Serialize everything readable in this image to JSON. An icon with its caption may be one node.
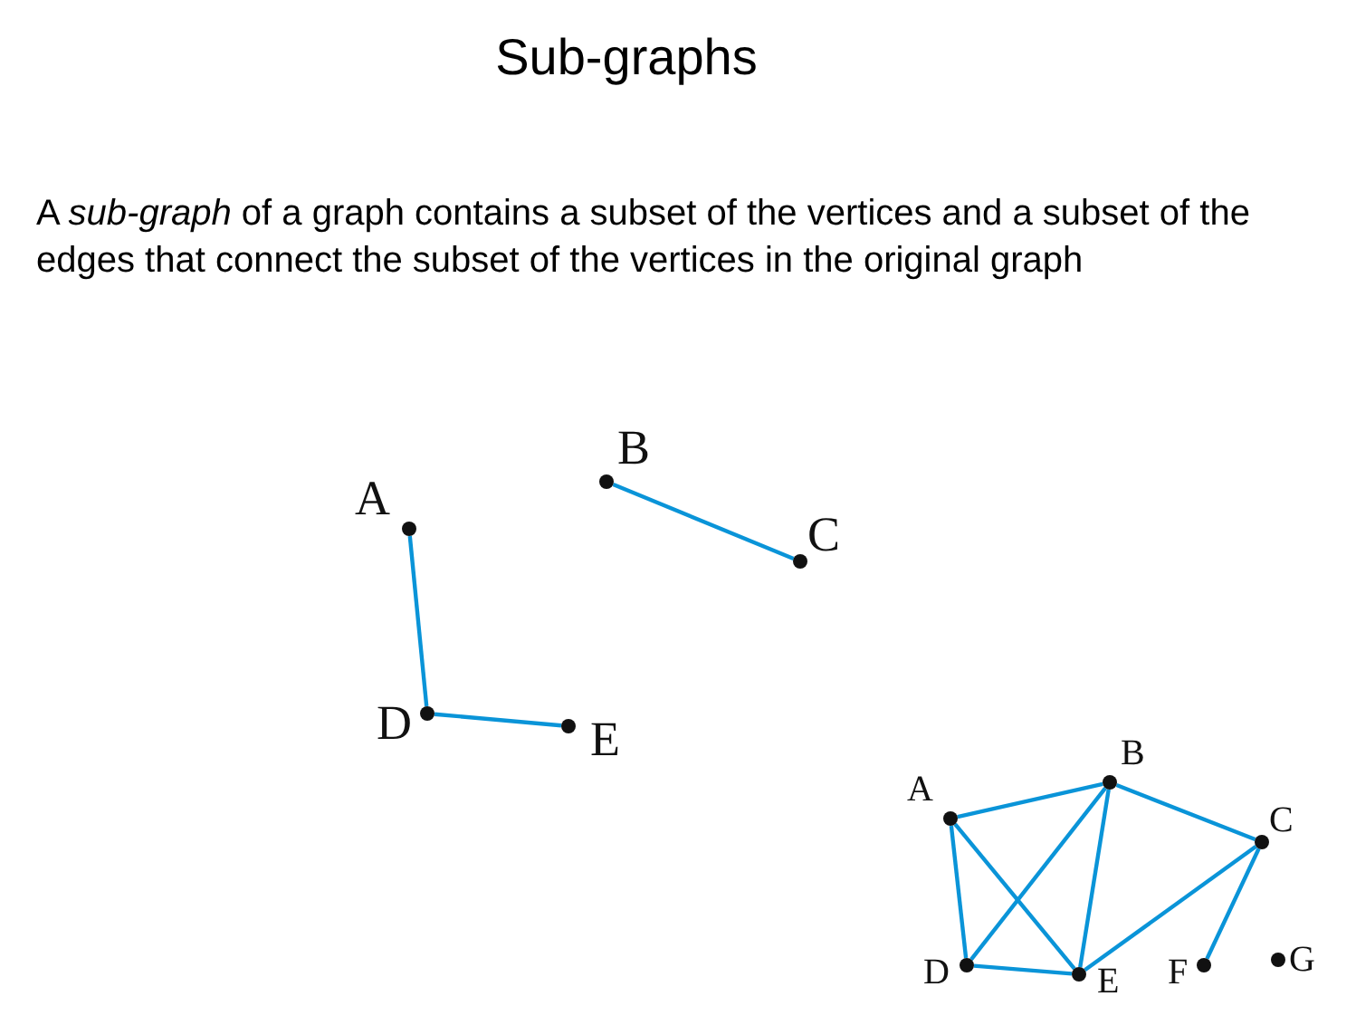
{
  "diagram": {
    "title": "Sub-graphs",
    "nodes": [
      {
        "text": [],
        "shape": "circle",
        "beside": [
          "A"
        ]
      },
      {
        "text": [],
        "shape": "circle",
        "beside": [
          "B"
        ]
      },
      {
        "text": [],
        "shape": "circle",
        "beside": [
          "C"
        ]
      },
      {
        "text": [],
        "shape": "circle",
        "beside": [
          "D"
        ]
      },
      {
        "text": [],
        "shape": "circle",
        "beside": [
          "E"
        ]
      },
      {
        "text": [],
        "shape": "circle",
        "beside": [
          "A"
        ]
      },
      {
        "text": [],
        "shape": "circle",
        "beside": [
          "B"
        ]
      },
      {
        "text": [],
        "shape": "circle",
        "beside": [
          "C"
        ]
      },
      {
        "text": [],
        "shape": "circle",
        "beside": [
          "D"
        ]
      },
      {
        "text": [],
        "shape": "circle",
        "beside": [
          "E"
        ]
      },
      {
        "text": [],
        "shape": "circle",
        "beside": [
          "F"
        ]
      },
      {
        "text": [],
        "shape": "circle",
        "beside": [
          "G"
        ]
      }
    ],
    "edges": [
      {
        "from": 0,
        "to": 3,
        "arrow": "none"
      },
      {
        "from": 3,
        "to": 4,
        "arrow": "none"
      },
      {
        "from": 1,
        "to": 2,
        "arrow": "none"
      },
      {
        "from": 5,
        "to": 6,
        "arrow": "none"
      },
      {
        "from": 5,
        "to": 8,
        "arrow": "none"
      },
      {
        "from": 5,
        "to": 9,
        "arrow": "none"
      },
      {
        "from": 6,
        "to": 7,
        "arrow": "none"
      },
      {
        "from": 6,
        "to": 8,
        "arrow": "none"
      },
      {
        "from": 6,
        "to": 9,
        "arrow": "none"
      },
      {
        "from": 7,
        "to": 9,
        "arrow": "none"
      },
      {
        "from": 7,
        "to": 10,
        "arrow": "none"
      },
      {
        "from": 8,
        "to": 9,
        "arrow": "none"
      }
    ],
    "labels": [
      "A *sub-graph* of a graph contains a subset of the vertices and a subset of the edges that connect the subset of the vertices in the original graph"
    ]
  }
}
